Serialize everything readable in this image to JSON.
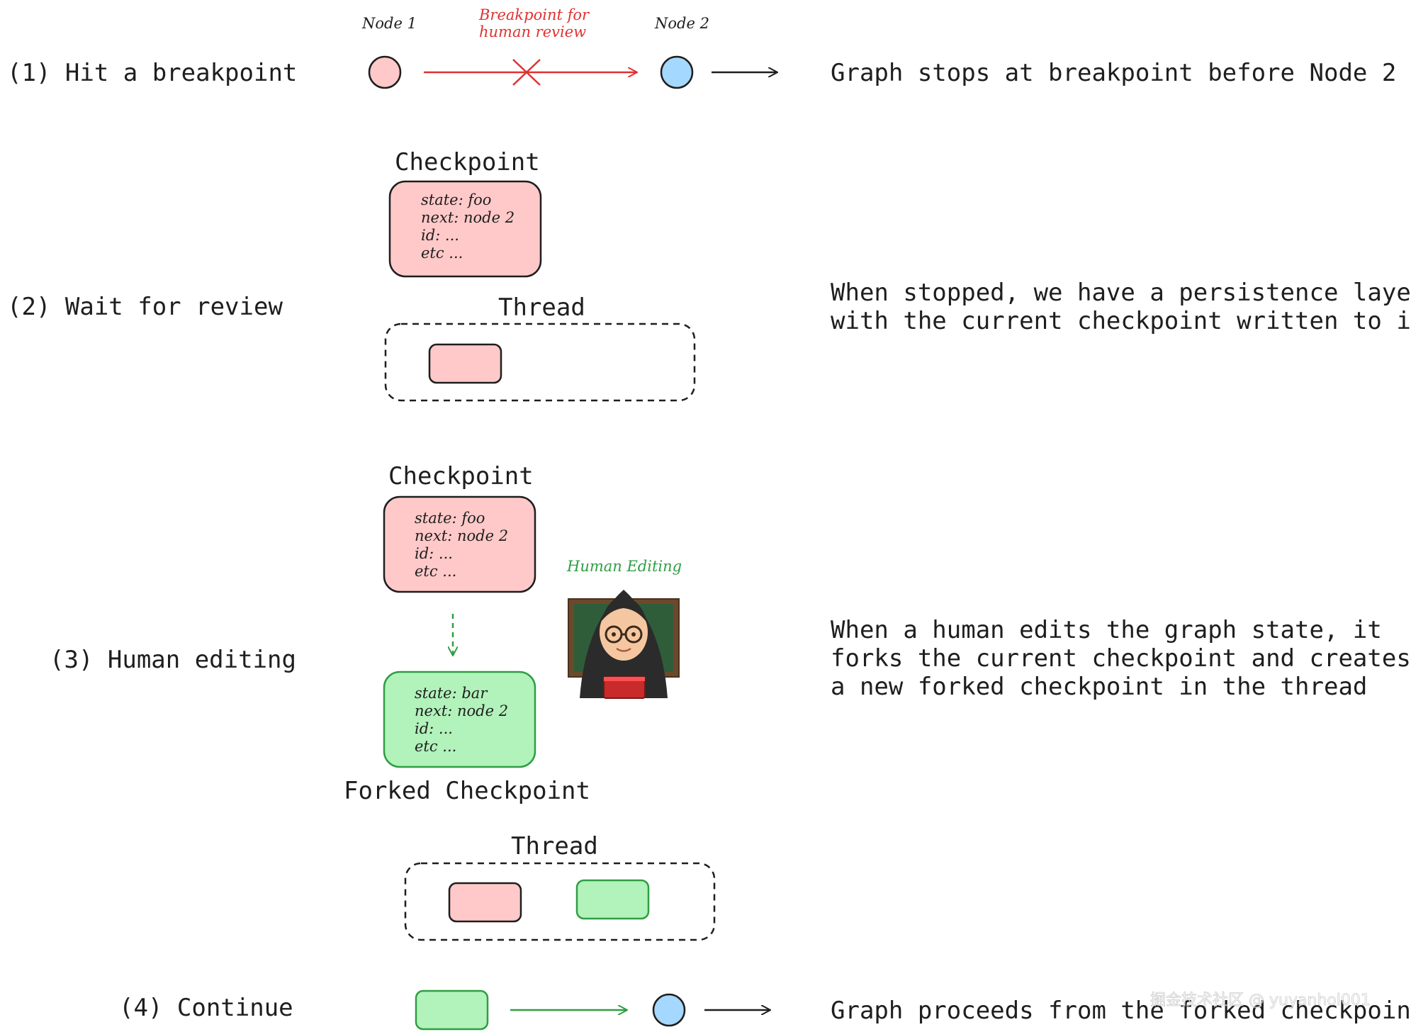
{
  "steps": {
    "s1": {
      "label": "(1) Hit a breakpoint",
      "desc": "Graph stops at breakpoint before Node 2"
    },
    "s2": {
      "label": "(2) Wait for review",
      "desc_lines": [
        "When stopped, we have a persistence layer",
        "with the current checkpoint written to it"
      ]
    },
    "s3": {
      "label": "(3) Human editing",
      "desc_lines": [
        "When a human edits the graph state, it",
        "forks the current checkpoint and creates",
        "a new forked checkpoint in the thread"
      ]
    },
    "s4": {
      "label": "(4) Continue",
      "desc": "Graph proceeds from the forked checkpoint"
    }
  },
  "nodes": {
    "node1": "Node 1",
    "node2": "Node 2"
  },
  "breakpoint_note": [
    "Breakpoint for",
    "human review"
  ],
  "checkpoint_title": "Checkpoint",
  "thread_title": "Thread",
  "forked_title": "Forked Checkpoint",
  "human_editing_label": "Human Editing",
  "checkpoint_lines": [
    "state: foo",
    "next: node 2",
    "id: ...",
    "etc ..."
  ],
  "forked_lines": [
    "state: bar",
    "next: node 2",
    "id: ...",
    "etc ..."
  ],
  "watermark": "掘金技术社区 @ yuyanhol001",
  "colors": {
    "pink_fill": "#ffc9c9",
    "green_fill": "#b2f2bb",
    "blue_fill": "#a5d8ff",
    "red_accent": "#e03131",
    "green_accent": "#2f9e44",
    "stroke": "#1e1e1e"
  }
}
